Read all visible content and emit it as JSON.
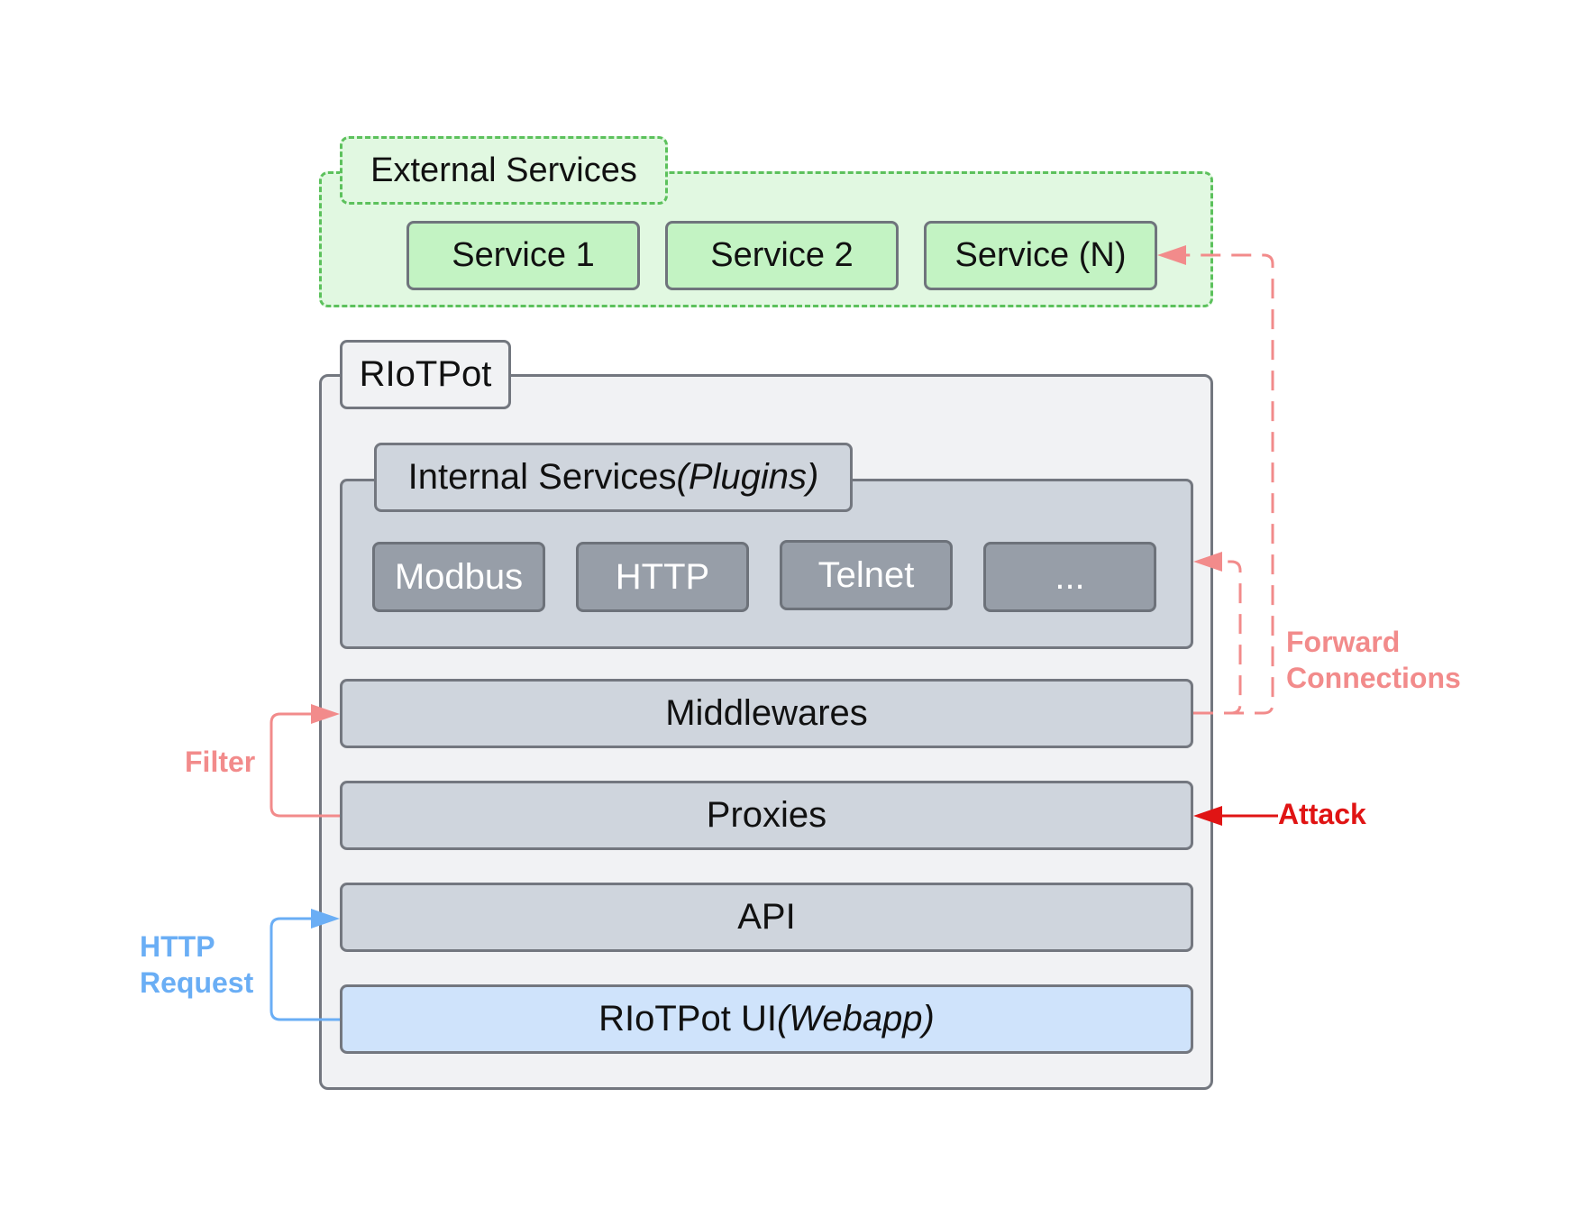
{
  "external": {
    "title": "External Services",
    "services": [
      "Service 1",
      "Service 2",
      "Service (N)"
    ]
  },
  "riotpot": {
    "title": "RIoTPot",
    "internal": {
      "title": "Internal Services",
      "title_italic": "(Plugins)",
      "plugins": [
        "Modbus",
        "HTTP",
        "Telnet",
        "..."
      ]
    },
    "layers": {
      "middlewares": "Middlewares",
      "proxies": "Proxies",
      "api": "API",
      "ui": "RIoTPot UI",
      "ui_italic": "(Webapp)"
    }
  },
  "labels": {
    "forward_line1": "Forward",
    "forward_line2": "Connections",
    "attack": "Attack",
    "filter": "Filter",
    "http_line1": "HTTP",
    "http_line2": "Request"
  },
  "colors": {
    "external_fill": "#e1f8e1",
    "external_border": "#5cc15c",
    "service_fill": "#c3f3c3",
    "layer_fill": "#cfd5dd",
    "plugin_fill": "#979ea8",
    "ui_fill": "#cfe3fb",
    "forward_arrow": "#f28b8b",
    "attack_arrow": "#e01414",
    "http_arrow": "#6aaef5"
  }
}
